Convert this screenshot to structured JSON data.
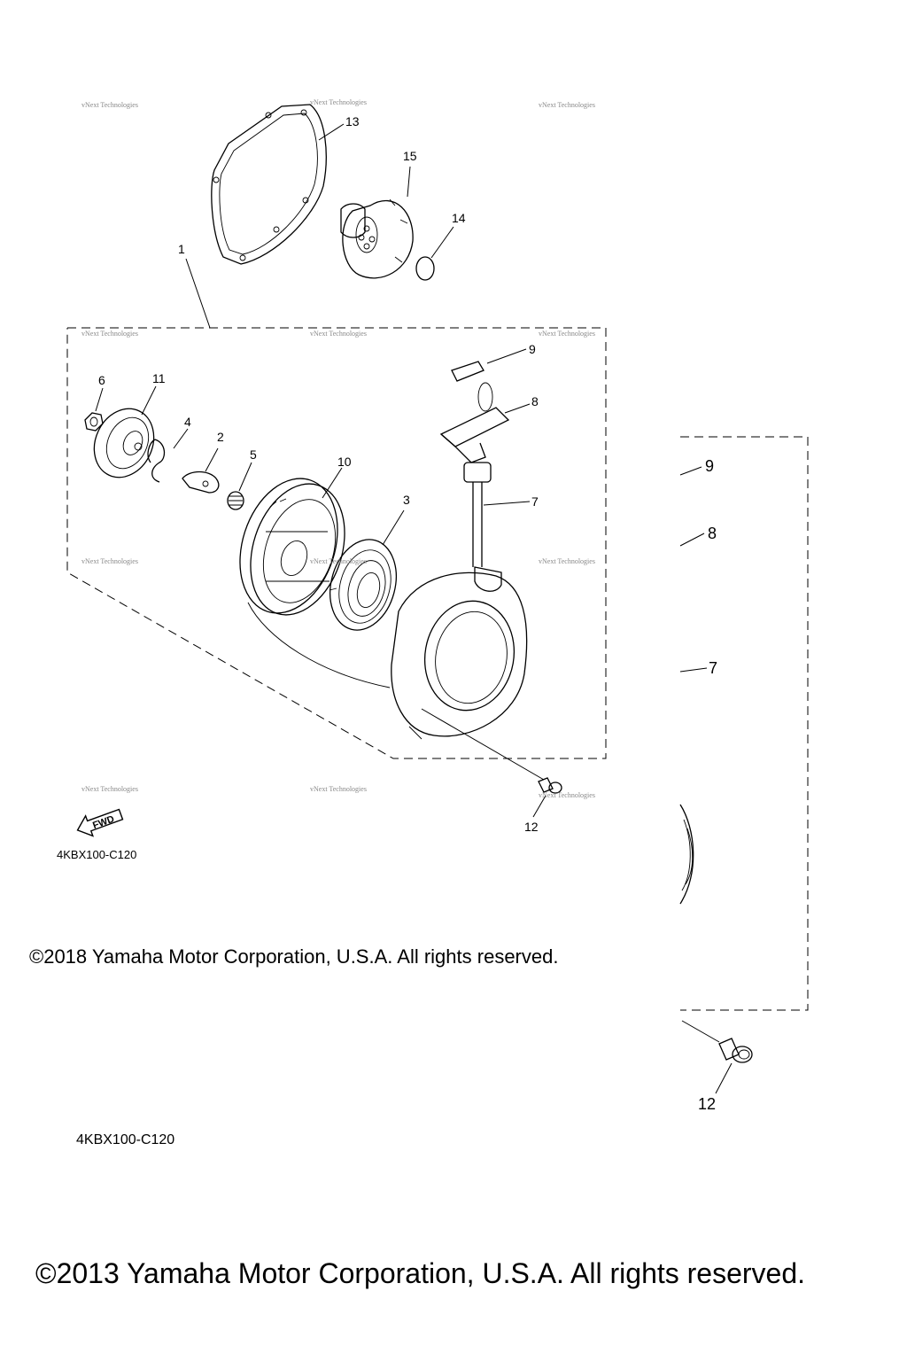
{
  "diagram": {
    "callouts": {
      "p1": "1",
      "p2": "2",
      "p3": "3",
      "p4": "4",
      "p5": "5",
      "p6": "6",
      "p7": "7",
      "p8": "8",
      "p9": "9",
      "p10": "10",
      "p11": "11",
      "p12": "12",
      "p13": "13",
      "p14": "14",
      "p15": "15"
    },
    "background_callouts": {
      "p7": "7",
      "p8": "8",
      "p9": "9",
      "p12": "12"
    },
    "watermark": "vNext Technologies",
    "fwd_label": "FWD",
    "drawing_code": "4KBX100-C120",
    "background_drawing_code": "4KBX100-C120"
  },
  "copyright": {
    "foreground": "©2018 Yamaha Motor Corporation, U.S.A. All rights reserved.",
    "background": "©2013 Yamaha Motor Corporation, U.S.A. All rights reserved."
  }
}
